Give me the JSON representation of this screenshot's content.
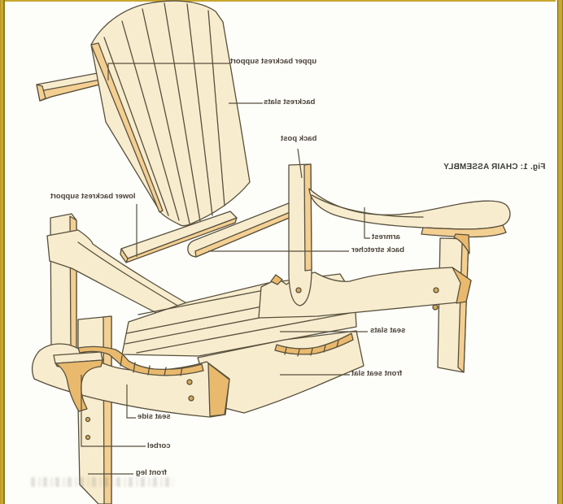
{
  "figure_title": "Fig. 1: CHAIR ASSEMBLY",
  "labels": {
    "upper_backrest_support": "upper backrest support",
    "backrest_slats": "backrest slats",
    "back_post": "back post",
    "lower_backrest_support": "lower backrest support",
    "armrest": "armrest",
    "back_stretcher": "back stretcher",
    "seat_slats": "seat slats",
    "front_seat_slat": "front seat slat",
    "seat_side": "seat side",
    "corbel": "corbel",
    "front_leg": "front leg"
  },
  "style": {
    "wood_light": "#f8eccf",
    "wood_tan": "#f4cf92",
    "wood_dark_edge": "#e9b96d",
    "outline": "#57503c",
    "slat_gap": "#6f6549",
    "label_color": "#4a4238",
    "border_gold": "#c9a62f",
    "background": "#fdfdf9"
  }
}
